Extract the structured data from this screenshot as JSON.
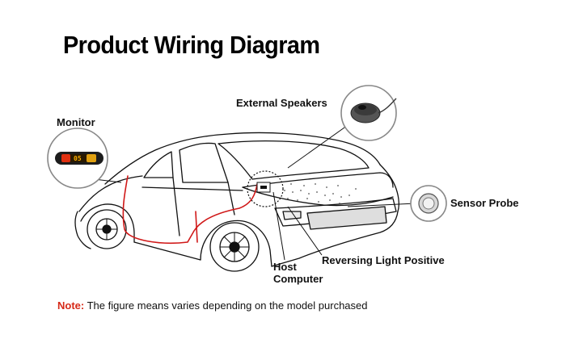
{
  "title": "Product Wiring Diagram",
  "labels": {
    "monitor": "Monitor",
    "external_speakers": "External Speakers",
    "sensor_probe": "Sensor Probe",
    "host_computer_line1": "Host",
    "host_computer_line2": "Computer",
    "reversing_light_positive": "Reversing Light Positive"
  },
  "monitor_display": "05",
  "note": {
    "label": "Note:",
    "text": " The figure means varies depending on the model purchased"
  },
  "colors": {
    "wire": "#d01818",
    "note_label": "#d62a18",
    "line": "#111111"
  },
  "icons": [
    "monitor-icon",
    "speaker-icon",
    "sensor-probe-icon",
    "host-computer-icon",
    "car-illustration"
  ]
}
